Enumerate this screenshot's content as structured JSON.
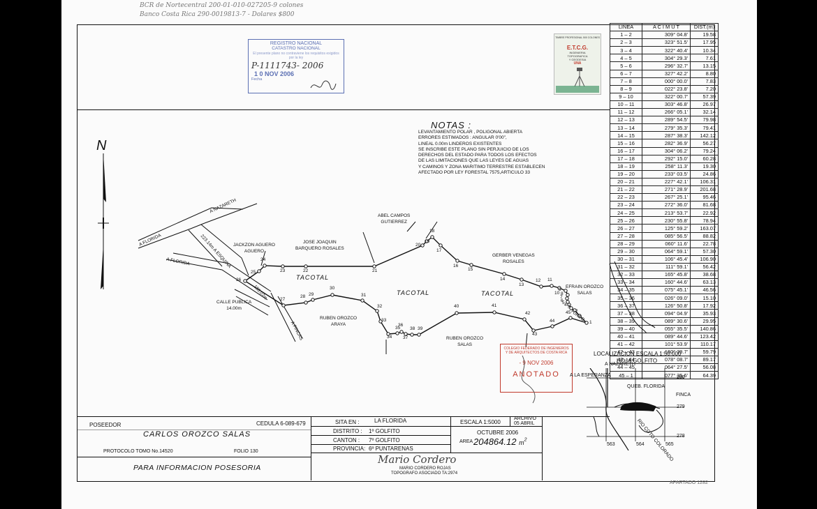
{
  "handwritten": {
    "line1": "BCR de Nortecentral  200-01-010-027205-9   colones",
    "line2": "Banco Costa Rica  290-0019813-7 - Dolares   $800"
  },
  "registry_stamp": {
    "title": "REGISTRO NACIONAL",
    "subtitle": "CATASTRO NACIONAL",
    "text": "El presente plano no contraviene los requisitos exigidos por la ley",
    "plan_number": "P-1111743- 2006",
    "date": "1 0 NOV 2006",
    "fecha_label": "Fecha"
  },
  "etcg_stamp": {
    "top": "TIMBRE PROFESIONAL 500 COLONES",
    "code": "E.T.C.G.",
    "line1": "INGENIERIA",
    "line2": "TOPOGRAFICA",
    "line3": "Y GEODESIA",
    "line4": "UNA"
  },
  "notas": {
    "title": "NOTAS :",
    "lines": [
      "LEVANTAMIENTO POLAR , POLIGONAL  ABIERTA",
      "ERRORES ESTIMADOS : ANGULAR  0'00\",",
      "LINEAL 0.00m  LINDEROS EXISTENTES",
      "SE INSCRIBE ESTE PLANO SIN PERJUICIO DE LOS",
      "DERECHOS DEL ESTADO PARA TODOS LOS EFECTOS",
      "DE LAS LIMITACIONES QUE LAS LEYES DE AGUAS",
      "Y CAMINOS Y ZONA MARITIMO TERRESTRE ESTABLECEN",
      "AFECTADO POR LEY FORESTAL 7575,ARTICULO 33"
    ]
  },
  "north": "N",
  "map_labels": {
    "a_nazareth": "A NAZARETH",
    "a_florida_1": "A FLORIDA",
    "a_florida_2": "A FLORIDA",
    "esquina": "223.14m A ESQUINA",
    "calle_publica": "CALLE PUBLICA",
    "calle_width": "14.00m",
    "a_fincas": "A FINCAS",
    "dist_183": "183.07m",
    "yurro": "YURRO",
    "jackzon": [
      "JACKZON AGUERO",
      "AGUERO"
    ],
    "jose": [
      "JOSE JOAQUIN",
      "BARQUERO ROSALES"
    ],
    "abel": [
      "ABEL CAMPOS",
      "GUTIERREZ"
    ],
    "gerber": [
      "GERBER VENEGAS",
      "ROSALES"
    ],
    "efrain": [
      "EFRAIN OROZCO",
      "SALAS"
    ],
    "ruben1": [
      "RUBEN OROZCO",
      "ARAYA"
    ],
    "ruben2": [
      "RUBEN OROZCO",
      "SALAS"
    ],
    "tacotal1": "TACOTAL",
    "tacotal2": "TACOTAL",
    "tacotal3": "TACOTAL"
  },
  "survey_table": {
    "headers": [
      "LINEA",
      "A C I M U T",
      "DIST.(m)"
    ],
    "rows": [
      [
        "1 – 2",
        "309°  04.8'",
        "19.58"
      ],
      [
        "2 – 3",
        "323°  51.5'",
        "17.95"
      ],
      [
        "3 – 4",
        "322°  40.4'",
        "10.34"
      ],
      [
        "4 – 5",
        "304°  29.3'",
        "7.61"
      ],
      [
        "5 – 6",
        "296°  32.7'",
        "13.15"
      ],
      [
        "6 – 7",
        "327°  42.2'",
        "8.80"
      ],
      [
        "7 – 8",
        "000°  00.0'",
        "7.83"
      ],
      [
        "8 – 9",
        "022°  23.8'",
        "7.20"
      ],
      [
        "9 – 10",
        "322°  00.7'",
        "57.39"
      ],
      [
        "10 – 11",
        "303°  46.8'",
        "26.97"
      ],
      [
        "11 – 12",
        "266°  05.1'",
        "32.14"
      ],
      [
        "12 – 13",
        "289°  54.5'",
        "79.98"
      ],
      [
        "13 – 14",
        "279°  35.3'",
        "79.41"
      ],
      [
        "14 – 15",
        "287°  38.3'",
        "142.12"
      ],
      [
        "15 – 16",
        "282°  36.9'",
        "56.27"
      ],
      [
        "16 – 17",
        "304°  06.2'",
        "79.24"
      ],
      [
        "17 – 18",
        "292°  15.0'",
        "60.28"
      ],
      [
        "18 – 19",
        "258°  11.3'",
        "19.30"
      ],
      [
        "19 – 20",
        "233°  03.5'",
        "24.86"
      ],
      [
        "20 – 21",
        "227°  42.1'",
        "106.31"
      ],
      [
        "21 – 22",
        "271°  28.9'",
        "201.68"
      ],
      [
        "22 – 23",
        "267°  25.1'",
        "95.46"
      ],
      [
        "23 – 24",
        "272°  36.0'",
        "81.68"
      ],
      [
        "24 – 25",
        "213°  53.7'",
        "22.92"
      ],
      [
        "25 – 26",
        "230°  55.8'",
        "78.94"
      ],
      [
        "26 – 27",
        "125°  59.2'",
        "163.07"
      ],
      [
        "27 – 28",
        "085°  56.5'",
        "88.82"
      ],
      [
        "28 – 29",
        "060°  11.6'",
        "22.78"
      ],
      [
        "29 – 30",
        "064°  59.1'",
        "57.30"
      ],
      [
        "30 – 31",
        "106°  45.4'",
        "106.90"
      ],
      [
        "31 – 32",
        "111°  59.1'",
        "56.42"
      ],
      [
        "32 – 33",
        "165°  45.8'",
        "38.68"
      ],
      [
        "33 – 34",
        "160°  44.6'",
        "63.13"
      ],
      [
        "34 – 35",
        "075°  45.1'",
        "46.56"
      ],
      [
        "35 – 36",
        "026°  09.0'",
        "15.10"
      ],
      [
        "36 – 37",
        "126°  50.8'",
        "17.92"
      ],
      [
        "37 – 38",
        "094°  04.9'",
        "35.93"
      ],
      [
        "38 – 39",
        "089°  30.6'",
        "29.95"
      ],
      [
        "39 – 40",
        "055°  35.5'",
        "140.86"
      ],
      [
        "40 – 41",
        "089°  44.6'",
        "123.42"
      ],
      [
        "41 – 42",
        "101°  53.9'",
        "110.17"
      ],
      [
        "42 – 43",
        "160°  39.7'",
        "59.79"
      ],
      [
        "43 – 44",
        "078°  08.7'",
        "89.17"
      ],
      [
        "44 – 45",
        "064°  27.5'",
        "56.08"
      ],
      [
        "45 – 1",
        "077°  35.6'",
        "64.39"
      ]
    ]
  },
  "red_stamp": {
    "line1": "COLEGIO FEDERADO DE INGENIEROS",
    "line2": "Y DE ARQUITECTOS DE COSTA RICA",
    "date": "- 9 NOV 2006",
    "anotado": "ANOTADO"
  },
  "location_map": {
    "title1": "LOCALIZACION ESCALA 1:50.000",
    "title2": "HOJA GOLFITO",
    "a_nazareth": "A NAZARETH",
    "a_esperanza": "A LA ESPERANZA",
    "queb": "QUEB. FLORIDA",
    "finca": "FINCA",
    "rio": "RIO COTO COLORADO",
    "grid_280": "280",
    "grid_279": "279",
    "grid_278": "278",
    "grid_563": "563",
    "grid_564": "564",
    "grid_565": "565"
  },
  "title_block": {
    "poseedor_label": "POSEEDOR",
    "poseedor_name": "CARLOS OROZCO SALAS",
    "cedula": "CEDULA  6-089-679",
    "protocolo": "PROTOCOLO TOMO No.14520",
    "folio": "FOLIO 130",
    "purpose": "PARA INFORMACION POSESORIA",
    "sita_label": "SITA EN :",
    "sita_value": "LA FLORIDA",
    "distrito_label": "DISTRITO :",
    "distrito_value": "1º  GOLFITO",
    "canton_label": "CANTON :",
    "canton_value": "7º  GOLFITO",
    "provincia_label": "PROVINCIA:",
    "provincia_value": "6º    PUNTARENAS",
    "escala": "ESCALA 1:5000",
    "archivo1": "ARCHIVO",
    "archivo2": "05 ABRIL",
    "fecha": "OCTUBRE 2006",
    "area_label": "AREA",
    "area_value": "204864.12",
    "area_unit": "m",
    "area_sup": "2",
    "signature": "Mario Cordero",
    "surveyor1": "MARIO CORDERO ROJAS",
    "surveyor2": "TOPOGRAFO ASOCIADO TA:2974",
    "apartado": "APARTADO  1282"
  },
  "points": [
    {
      "n": "1"
    },
    {
      "n": "2"
    },
    {
      "n": "3"
    },
    {
      "n": "4"
    },
    {
      "n": "5"
    },
    {
      "n": "6"
    },
    {
      "n": "7"
    },
    {
      "n": "8"
    },
    {
      "n": "9"
    },
    {
      "n": "10"
    },
    {
      "n": "11"
    },
    {
      "n": "12"
    },
    {
      "n": "13"
    },
    {
      "n": "14"
    },
    {
      "n": "15"
    },
    {
      "n": "16"
    },
    {
      "n": "17"
    },
    {
      "n": "18"
    },
    {
      "n": "19"
    },
    {
      "n": "20"
    },
    {
      "n": "21"
    },
    {
      "n": "22"
    },
    {
      "n": "23"
    },
    {
      "n": "24"
    },
    {
      "n": "25"
    },
    {
      "n": "26"
    },
    {
      "n": "27"
    },
    {
      "n": "28"
    },
    {
      "n": "29"
    },
    {
      "n": "30"
    },
    {
      "n": "31"
    },
    {
      "n": "32"
    },
    {
      "n": "33"
    },
    {
      "n": "34"
    },
    {
      "n": "35"
    },
    {
      "n": "36"
    },
    {
      "n": "37"
    },
    {
      "n": "38"
    },
    {
      "n": "39"
    },
    {
      "n": "40"
    },
    {
      "n": "41"
    },
    {
      "n": "42"
    },
    {
      "n": "43"
    },
    {
      "n": "44"
    },
    {
      "n": "45"
    }
  ]
}
